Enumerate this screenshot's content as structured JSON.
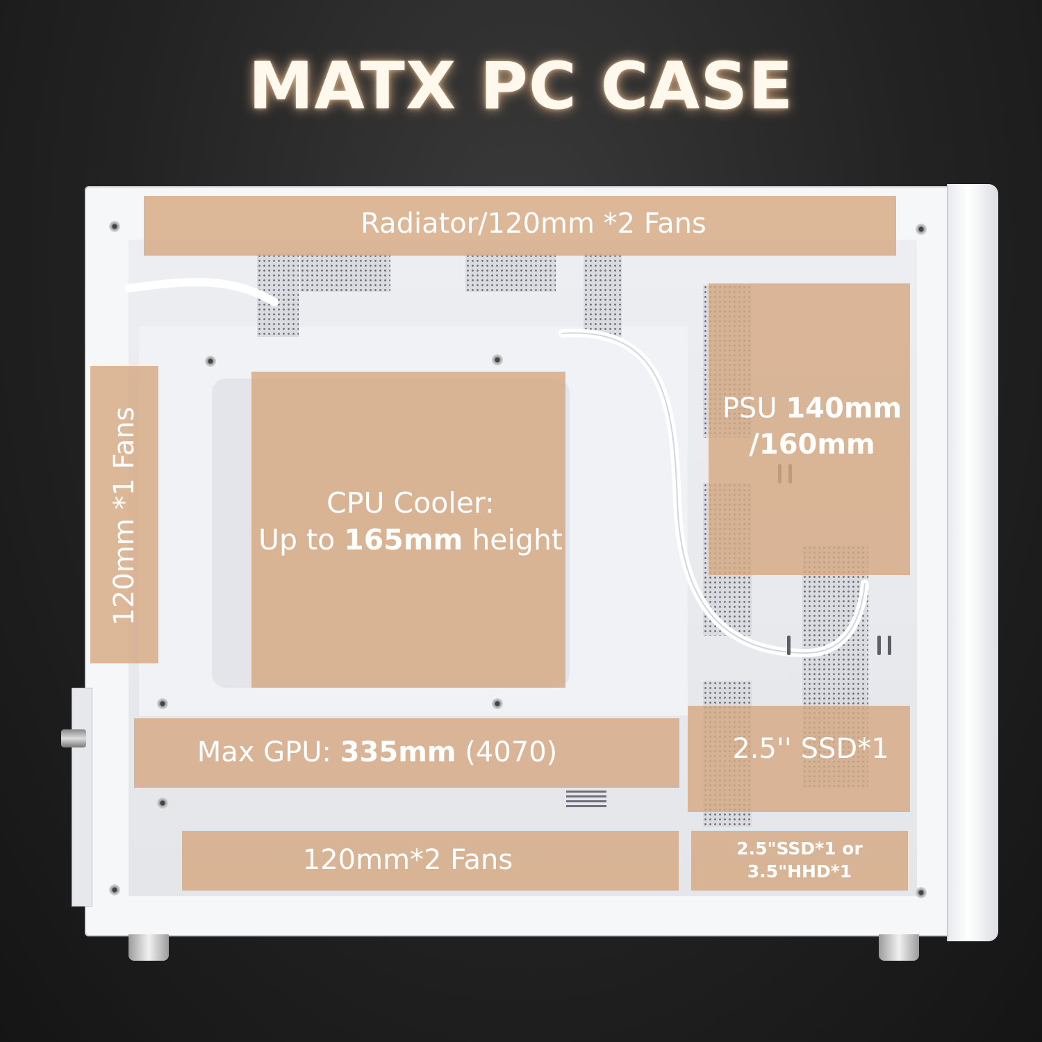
{
  "title": "MATX PC CASE",
  "labels": {
    "top_radiator": "Radiator/120mm *2 Fans",
    "side_fan": "120mm *1 Fans",
    "cpu_line1": "CPU Cooler:",
    "cpu_line2_pre": "Up to ",
    "cpu_line2_bold": "165mm",
    "cpu_line2_post": " height",
    "psu_pre": "PSU ",
    "psu_bold1": "140mm",
    "psu_bold2": "/160mm",
    "gpu_pre": "Max GPU: ",
    "gpu_bold": "335mm",
    "gpu_post": " (4070)",
    "ssd": "2.5'' SSD*1",
    "bottom_fans": "120mm*2 Fans",
    "drive_line1": "2.5\"SSD*1 or",
    "drive_line2": "3.5\"HHD*1"
  },
  "colors": {
    "overlay": "#d6a882",
    "case_white": "#f4f5f7",
    "background": "#222222"
  }
}
